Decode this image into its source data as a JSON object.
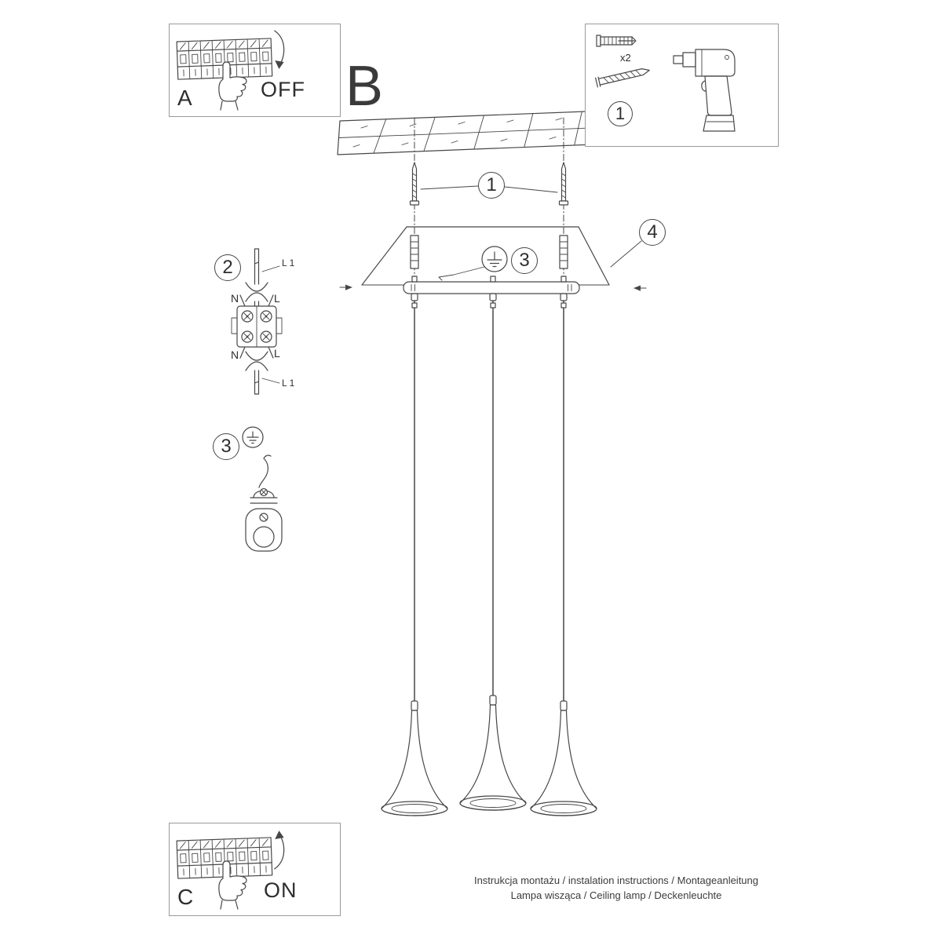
{
  "meta": {
    "background": "#ffffff",
    "line_color": "#474747",
    "text_color": "#2e2e2e",
    "box_border_color": "#9a9a9a"
  },
  "steps": {
    "a": {
      "label": "A",
      "switch_state": "OFF"
    },
    "b": {
      "label": "B"
    },
    "c": {
      "label": "C",
      "switch_state": "ON"
    }
  },
  "tools_box": {
    "callout": "1",
    "dowel_quantity": "x2"
  },
  "callouts": {
    "screws": "1",
    "wiring": "2",
    "ground_connector": "3",
    "ground_step": "3",
    "canopy": "4"
  },
  "wiring_diagram": {
    "neutral_top": "N",
    "live_top": "L",
    "neutral_bottom": "N",
    "live_bottom": "L",
    "l1_top": "L 1",
    "l1_bottom": "L 1"
  },
  "footer": {
    "line1": "Instrukcja montażu / instalation instructions / Montageanleitung",
    "line2": "Lampa wisząca / Ceiling lamp / Deckenleuchte"
  },
  "icons": [
    "breaker-panel-icon",
    "pressing-hand-icon",
    "rotate-arrow-icon",
    "wall-plug-icon",
    "screw-icon",
    "drill-icon",
    "ceiling-icon",
    "anchor-screw-icon",
    "canopy-icon",
    "mounting-bar-icon",
    "earth-ground-icon",
    "pendant-cone-icon",
    "terminal-block-icon",
    "cable-grip-icon",
    "ground-clamp-icon"
  ]
}
